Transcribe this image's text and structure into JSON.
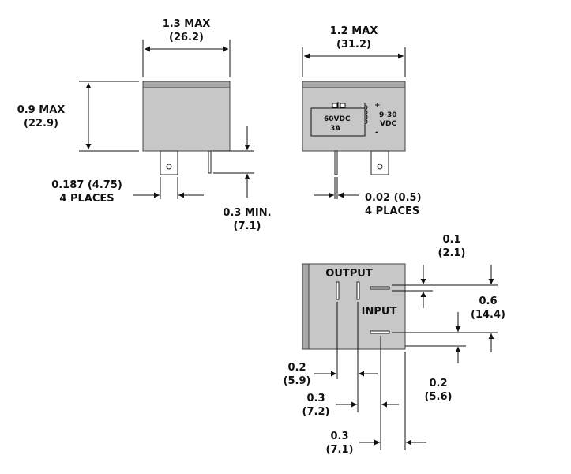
{
  "side_view": {
    "width_main": "1.3 MAX",
    "width_sub": "(26.2)",
    "height_main": "0.9 MAX",
    "height_sub": "(22.9)",
    "pin_width_main": "0.187 (4.75)",
    "pin_width_sub": "4 PLACES",
    "pin_len_main": "0.3 MIN.",
    "pin_len_sub": "(7.1)"
  },
  "front_view": {
    "width_main": "1.2 MAX",
    "width_sub": "(31.2)",
    "pin_thick_main": "0.02 (0.5)",
    "pin_thick_sub": "4 PLACES",
    "load_rating_1": "60VDC",
    "load_rating_2": "3A",
    "control_1": "9-30",
    "control_2": "VDC",
    "plus": "+",
    "minus": "-"
  },
  "bottom_view": {
    "output_label": "OUTPUT",
    "input_label": "INPUT",
    "d1_main": "0.1",
    "d1_sub": "(2.1)",
    "d2_main": "0.6",
    "d2_sub": "(14.4)",
    "d3_main": "0.2",
    "d3_sub": "(5.6)",
    "d4_main": "0.2",
    "d4_sub": "(5.9)",
    "d5_main": "0.3",
    "d5_sub": "(7.2)",
    "d6_main": "0.3",
    "d6_sub": "(7.1)"
  }
}
